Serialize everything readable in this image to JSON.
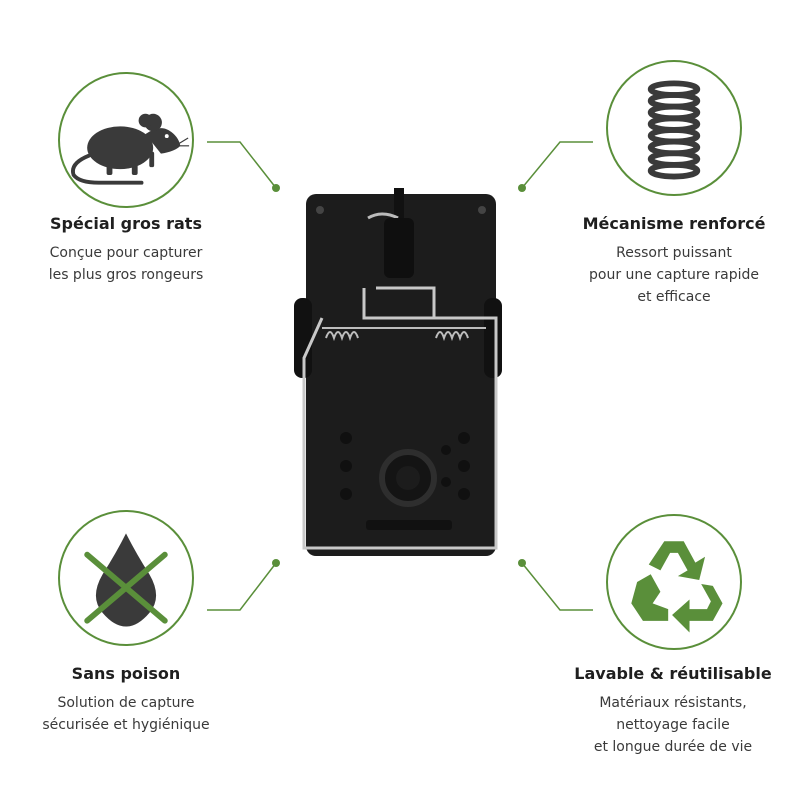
{
  "features": {
    "top_left": {
      "title": "Spécial gros rats",
      "lines": [
        "Conçue pour capturer",
        "les plus gros rongeurs"
      ],
      "icon": "rat-icon"
    },
    "top_right": {
      "title": "Mécanisme renforcé",
      "lines": [
        "Ressort puissant",
        "pour une capture rapide",
        "et efficace"
      ],
      "icon": "spring-icon"
    },
    "bottom_left": {
      "title": "Sans poison",
      "lines": [
        "Solution de capture",
        "sécurisée et hygiénique"
      ],
      "icon": "no-poison-drop-icon"
    },
    "bottom_right": {
      "title": "Lavable & réutilisable",
      "lines": [
        "Matériaux résistants,",
        "nettoyage facile",
        "et longue durée de vie"
      ],
      "icon": "recycle-icon"
    }
  },
  "colors": {
    "accent_green": "#5a8f3a",
    "icon_dark": "#3a3a3a",
    "trap_black": "#1c1c1c"
  },
  "product_image": "rat-trap-image"
}
